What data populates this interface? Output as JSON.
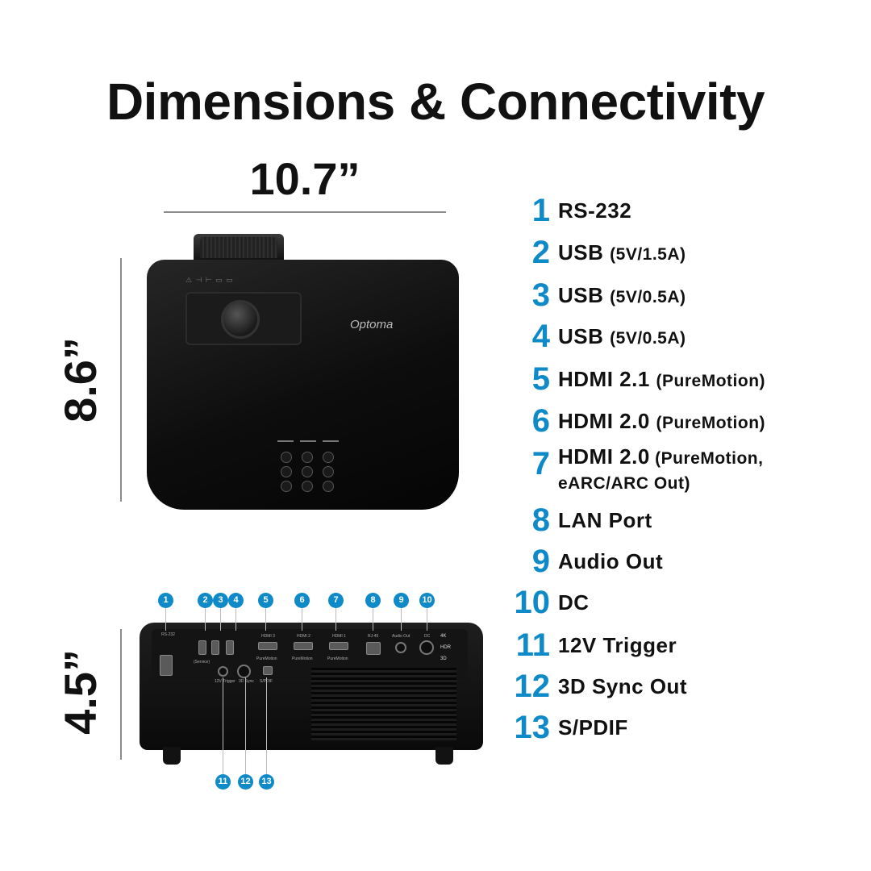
{
  "title": "Dimensions & Connectivity",
  "dimensions": {
    "width": "10.7”",
    "depth": "8.6”",
    "height": "4.5”"
  },
  "projector": {
    "logo_text": "Optoma",
    "warning_label": "⚠ ⊣ ⊢ ▭ ▭"
  },
  "rear_port_labels": {
    "rs232": "RS-232",
    "service": "(Service)",
    "hdmi3": "HDMI 3",
    "hdmi2": "HDMI 2",
    "hdmi1": "HDMI 1",
    "puremotion": "PureMotion",
    "rj45": "RJ-45",
    "audio_out": "Audio Out",
    "dc": "DC",
    "trigger": "12V Trigger",
    "sync": "3D Sync",
    "spdif": "S/PDIF",
    "badge_4k": "4K",
    "badge_hdr": "HDR",
    "badge_3d": "3D"
  },
  "callouts": [
    "1",
    "2",
    "3",
    "4",
    "5",
    "6",
    "7",
    "8",
    "9",
    "10",
    "11",
    "12",
    "13"
  ],
  "connectivity": [
    {
      "num": "1",
      "label": "RS-232",
      "sub": ""
    },
    {
      "num": "2",
      "label": "USB",
      "sub": "(5V/1.5A)"
    },
    {
      "num": "3",
      "label": "USB",
      "sub": "(5V/0.5A)"
    },
    {
      "num": "4",
      "label": "USB",
      "sub": "(5V/0.5A)"
    },
    {
      "num": "5",
      "label": "HDMI 2.1",
      "sub": "(PureMotion)"
    },
    {
      "num": "6",
      "label": "HDMI 2.0",
      "sub": "(PureMotion)"
    },
    {
      "num": "7",
      "label": "HDMI 2.0",
      "sub": "(PureMotion,",
      "sub2": "eARC/ARC Out)"
    },
    {
      "num": "8",
      "label": "LAN Port",
      "sub": ""
    },
    {
      "num": "9",
      "label": "Audio Out",
      "sub": ""
    },
    {
      "num": "10",
      "label": "DC",
      "sub": ""
    },
    {
      "num": "11",
      "label": "12V Trigger",
      "sub": ""
    },
    {
      "num": "12",
      "label": "3D Sync Out",
      "sub": ""
    },
    {
      "num": "13",
      "label": "S/PDIF",
      "sub": ""
    }
  ]
}
